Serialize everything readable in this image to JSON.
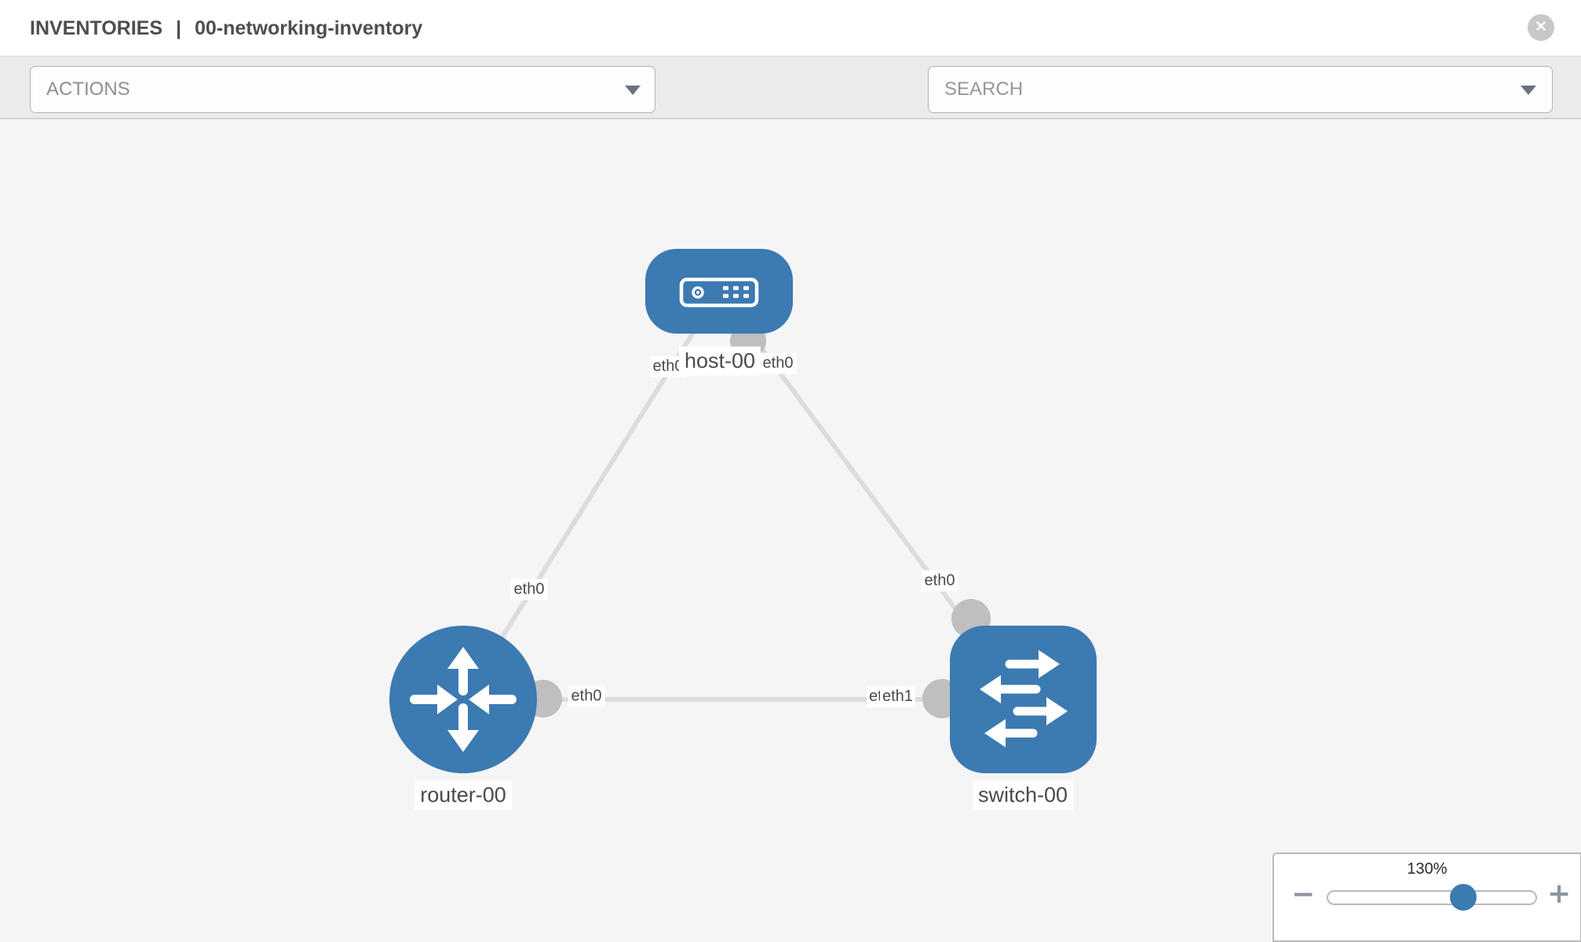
{
  "header": {
    "breadcrumb": "INVENTORIES",
    "separator": "|",
    "inventory_name": "00-networking-inventory",
    "close_glyph": "✕"
  },
  "toolbar": {
    "actions_label": "ACTIONS",
    "search_placeholder": "SEARCH",
    "wrench_icon": "wrench",
    "key_icon": "key"
  },
  "canvas": {
    "nodes": [
      {
        "id": "host-00",
        "label": "host-00",
        "type": "host",
        "shape": "rounded-rect"
      },
      {
        "id": "router-00",
        "label": "router-00",
        "type": "router",
        "shape": "circle"
      },
      {
        "id": "switch-00",
        "label": "switch-00",
        "type": "switch",
        "shape": "rounded-square"
      }
    ],
    "links": [
      {
        "source": "host-00",
        "source_interface": "eth0",
        "target": "router-00",
        "target_interface": "eth0"
      },
      {
        "source": "host-00",
        "source_interface": "eth0",
        "target": "switch-00",
        "target_interface": "eth0"
      },
      {
        "source": "router-00",
        "source_interface": "eth0",
        "target": "switch-00",
        "target_interface": "eth1"
      }
    ],
    "interface_labels": {
      "host_end_left": "eth0",
      "host_end_right": "eth0",
      "router_top_end": "eth0",
      "switch_top_end": "eth0",
      "router_right_end": "eth0",
      "switch_left_end_under": "eth0",
      "switch_left_end_over": "eth1"
    }
  },
  "zoom_control": {
    "percent": "130%",
    "value": 130,
    "minus_label": "−",
    "plus_label": "+"
  },
  "colors": {
    "node_blue": "#3c7ab2",
    "link_gray": "#dcdcdc",
    "connector_gray": "#bfbfbf",
    "toolbar_bg": "#ebebeb",
    "canvas_bg": "#f5f5f5"
  }
}
